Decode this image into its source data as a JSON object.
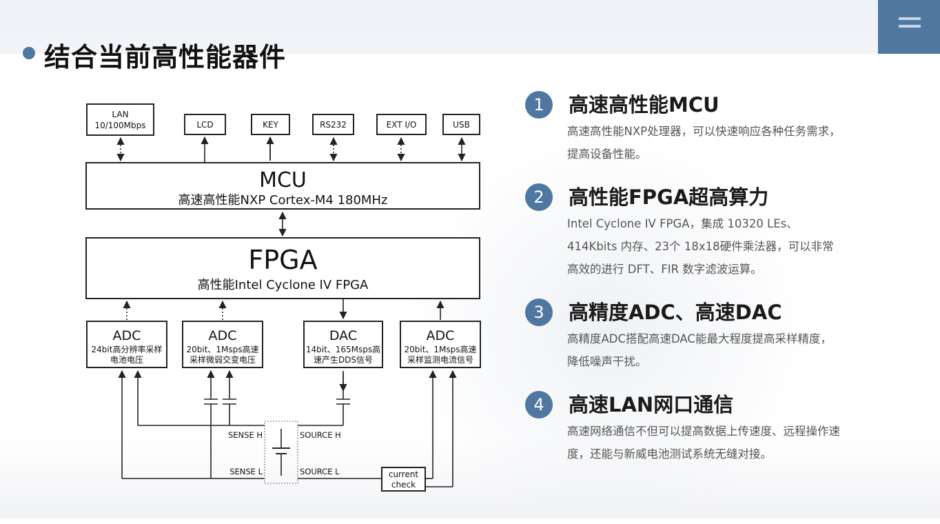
{
  "page": {
    "title": "结合当前高性能器件"
  },
  "colors": {
    "accent": "#4f77a0",
    "text": "#111111",
    "muted": "#555555"
  },
  "diagram": {
    "top_boxes": [
      {
        "line1": "LAN",
        "line2": "10/100Mbps"
      },
      {
        "line1": "LCD"
      },
      {
        "line1": "KEY"
      },
      {
        "line1": "RS232"
      },
      {
        "line1": "EXT I/O"
      },
      {
        "line1": "USB"
      }
    ],
    "mcu": {
      "title": "MCU",
      "subtitle": "高速高性能NXP Cortex-M4 180MHz"
    },
    "fpga": {
      "title": "FPGA",
      "subtitle": "高性能Intel Cyclone IV FPGA"
    },
    "converters": [
      {
        "title": "ADC",
        "line1": "24bit高分辨率采样",
        "line2": "电池电压"
      },
      {
        "title": "ADC",
        "line1": "20bit、1Msps高速",
        "line2": "采样微弱交变电压"
      },
      {
        "title": "DAC",
        "line1": "14bit、165Msps高",
        "line2": "速产生DDS信号"
      },
      {
        "title": "ADC",
        "line1": "20bit、1Msps高速",
        "line2": "采样监测电流信号"
      }
    ],
    "labels": {
      "sense_h": "SENSE H",
      "source_h": "SOURCE H",
      "sense_l": "SENSE L",
      "source_l": "SOURCE L"
    },
    "current_check": {
      "line1": "current",
      "line2": "check"
    }
  },
  "features": [
    {
      "num": "1",
      "title": "高速高性能MCU",
      "desc": "高速高性能NXP处理器，可以快速响应各种任务需求，提高设备性能。"
    },
    {
      "num": "2",
      "title": "高性能FPGA超高算力",
      "desc": "Intel Cyclone IV FPGA，集成 10320 LEs、414Kbits 内存、23个 18x18硬件乘法器，可以非常高效的进行 DFT、FIR 数字滤波运算。"
    },
    {
      "num": "3",
      "title": "高精度ADC、高速DAC",
      "desc": "高精度ADC搭配高速DAC能最大程度提高采样精度，降低噪声干扰。"
    },
    {
      "num": "4",
      "title": "高速LAN网口通信",
      "desc": "高速网络通信不但可以提高数据上传速度、远程操作速度，还能与新威电池测试系统无缝对接。"
    }
  ]
}
